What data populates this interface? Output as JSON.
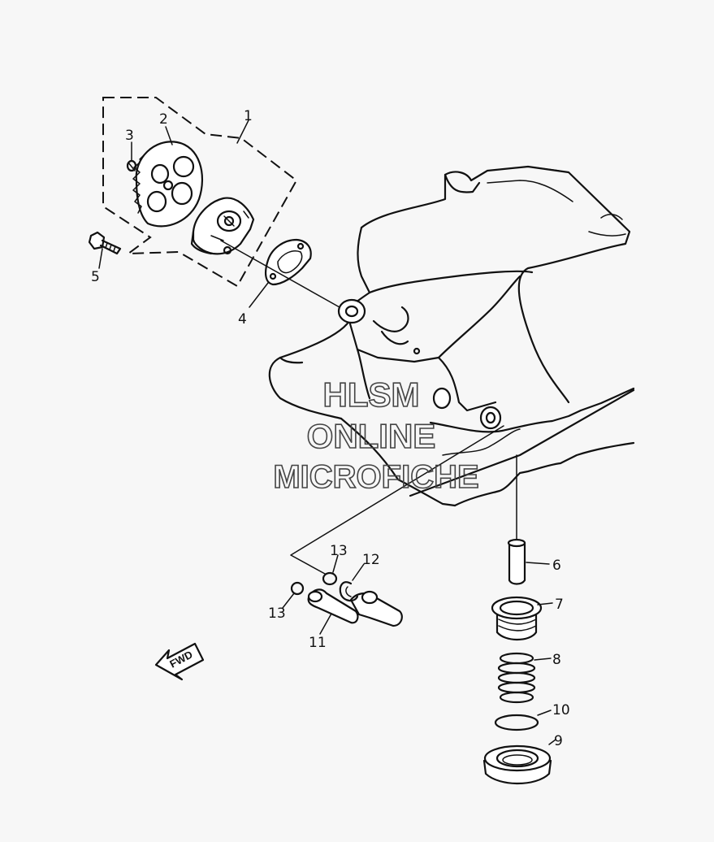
{
  "watermark": {
    "line1": "HLSM",
    "line2": "ONLINE",
    "line3": "MICROFICHE"
  },
  "direction_label": "FWD",
  "callouts": [
    {
      "id": "c1",
      "label": "1"
    },
    {
      "id": "c2",
      "label": "2"
    },
    {
      "id": "c3",
      "label": "3"
    },
    {
      "id": "c4",
      "label": "4"
    },
    {
      "id": "c5",
      "label": "5"
    },
    {
      "id": "c6",
      "label": "6"
    },
    {
      "id": "c7",
      "label": "7"
    },
    {
      "id": "c8",
      "label": "8"
    },
    {
      "id": "c9",
      "label": "9"
    },
    {
      "id": "c10",
      "label": "10"
    },
    {
      "id": "c11",
      "label": "11"
    },
    {
      "id": "c12",
      "label": "12"
    },
    {
      "id": "c13a",
      "label": "13"
    },
    {
      "id": "c13b",
      "label": "13"
    }
  ]
}
